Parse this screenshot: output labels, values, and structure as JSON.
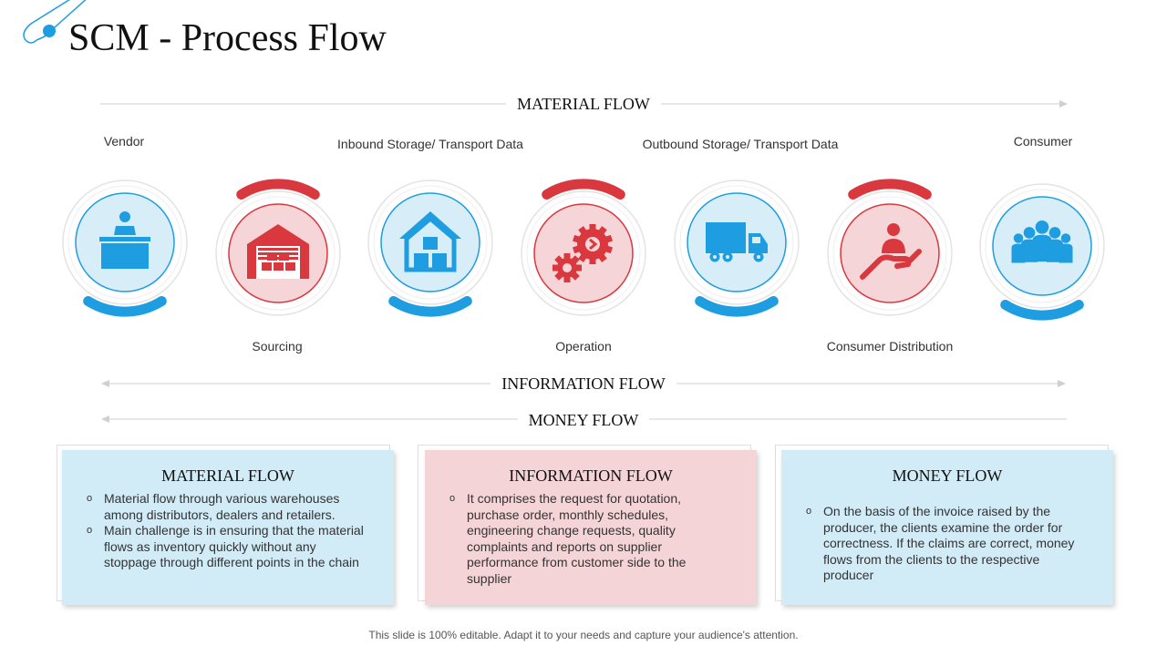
{
  "title": "SCM - Process Flow",
  "flows": {
    "material": "MATERIAL FLOW",
    "information": "INFORMATION FLOW",
    "money": "MONEY FLOW"
  },
  "nodes": [
    {
      "label": "Vendor",
      "icon": "vendor-desk-icon",
      "theme": "blue",
      "label_position": "top"
    },
    {
      "label": "Sourcing",
      "icon": "warehouse-icon",
      "theme": "red",
      "label_position": "bottom"
    },
    {
      "label": "Inbound Storage/ Transport Data",
      "icon": "house-boxes-icon",
      "theme": "blue",
      "label_position": "top"
    },
    {
      "label": "Operation",
      "icon": "gears-icon",
      "theme": "red",
      "label_position": "bottom"
    },
    {
      "label": "Outbound Storage/ Transport Data",
      "icon": "truck-icon",
      "theme": "blue",
      "label_position": "top"
    },
    {
      "label": "Consumer Distribution",
      "icon": "hand-person-icon",
      "theme": "red",
      "label_position": "bottom"
    },
    {
      "label": "Consumer",
      "icon": "people-group-icon",
      "theme": "blue",
      "label_position": "top"
    }
  ],
  "cards": [
    {
      "title": "MATERIAL FLOW",
      "theme": "blue",
      "bullets": [
        "Material flow through various warehouses among distributors, dealers and retailers.",
        "Main challenge is in ensuring that the material flows as inventory quickly without any stoppage through different points in the chain"
      ]
    },
    {
      "title": "INFORMATION FLOW",
      "theme": "pink",
      "bullets": [
        "It comprises the request for quotation, purchase order, monthly schedules, engineering change requests, quality complaints and reports on supplier performance from customer side to the supplier"
      ]
    },
    {
      "title": "MONEY FLOW",
      "theme": "blue",
      "bullets": [
        "On the basis of the invoice raised by the producer, the clients examine the order for correctness. If the claims are correct, money flows from the clients to the respective producer"
      ]
    }
  ],
  "footer": "This slide is 100% editable. Adapt it to your needs and capture your audience's attention.",
  "colors": {
    "blue": "#1e9de0",
    "blue_light": "#d7eef9",
    "red": "#d9383e",
    "red_light": "#f5d5d7",
    "ring": "#e3e3e3",
    "line": "#cfcfcf"
  }
}
